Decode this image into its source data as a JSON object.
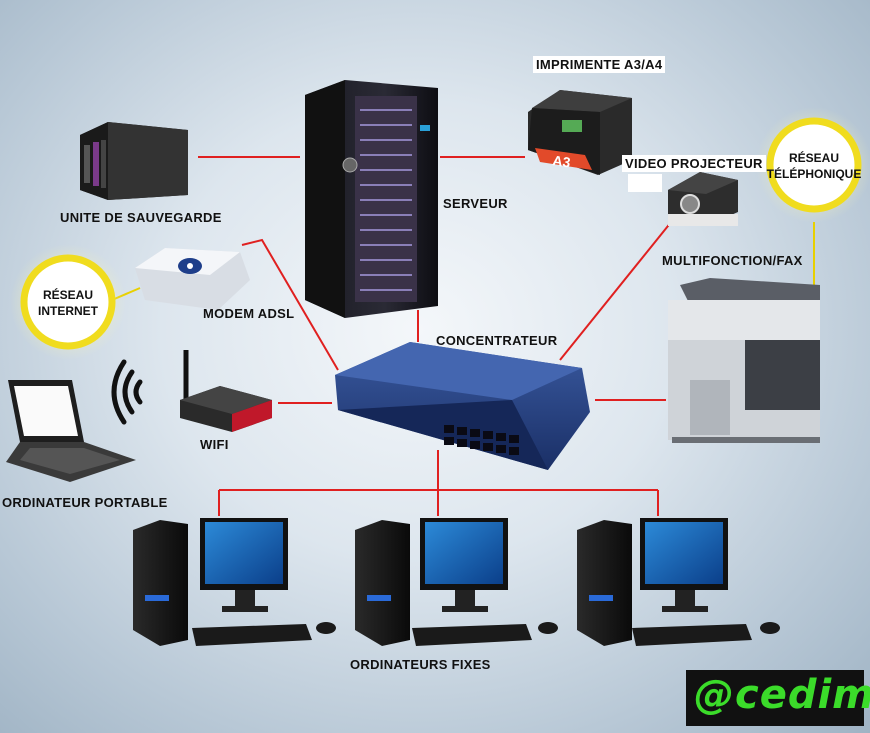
{
  "nodes": {
    "backup": {
      "label": "UNITE DE SAUVEGARDE"
    },
    "server": {
      "label": "SERVEUR"
    },
    "printer": {
      "label": "IMPRIMENTE A3/A4",
      "paper_text": "A3"
    },
    "projector": {
      "label": "VIDEO PROJECTEUR"
    },
    "modem": {
      "label": "MODEM ADSL"
    },
    "hub": {
      "label": "CONCENTRATEUR"
    },
    "mfp": {
      "label": "MULTIFONCTION/FAX"
    },
    "wifi": {
      "label": "WIFI"
    },
    "laptop": {
      "label": "ORDINATEUR PORTABLE"
    },
    "desktops": {
      "label": "ORDINATEURS FIXES"
    }
  },
  "badges": {
    "internet": {
      "line1": "RÉSEAU",
      "line2": "INTERNET"
    },
    "telephone": {
      "line1": "RÉSEAU",
      "line2": "TÉLÉPHONIQUE"
    }
  },
  "watermark": {
    "text": "@cedim"
  },
  "colors": {
    "link": "#e02020",
    "badge_ring": "#f0dc1e",
    "watermark": "#3bdc2a",
    "hub": "#1f3a78"
  }
}
